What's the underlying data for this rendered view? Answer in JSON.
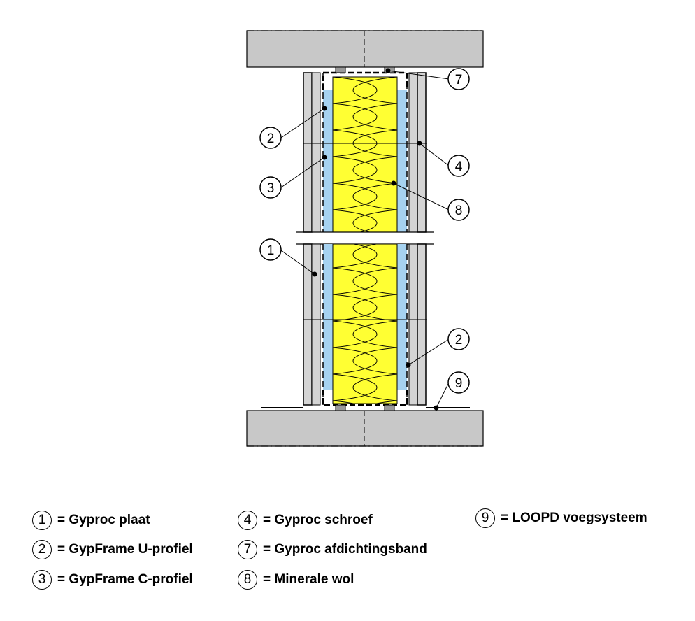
{
  "callouts": [
    {
      "id": "c7",
      "label": "7"
    },
    {
      "id": "c2a",
      "label": "2"
    },
    {
      "id": "c4",
      "label": "4"
    },
    {
      "id": "c3",
      "label": "3"
    },
    {
      "id": "c8",
      "label": "8"
    },
    {
      "id": "c1",
      "label": "1"
    },
    {
      "id": "c2b",
      "label": "2"
    },
    {
      "id": "c9",
      "label": "9"
    }
  ],
  "legend": [
    {
      "num": "1",
      "text": "= Gyproc plaat"
    },
    {
      "num": "2",
      "text": "= GypFrame U-profiel"
    },
    {
      "num": "3",
      "text": "= GypFrame C-profiel"
    },
    {
      "num": "4",
      "text": "= Gyproc schroef"
    },
    {
      "num": "7",
      "text": "= Gyproc afdichtingsband"
    },
    {
      "num": "8",
      "text": "= Minerale wol"
    },
    {
      "num": "9",
      "text": "= LOOPD voegsysteem"
    }
  ],
  "colors": {
    "concrete": "#c8c8c8",
    "board": "#d4d4d4",
    "insulation": "#ffff33",
    "air_gap": "#a6d2f0",
    "line": "#000000"
  }
}
